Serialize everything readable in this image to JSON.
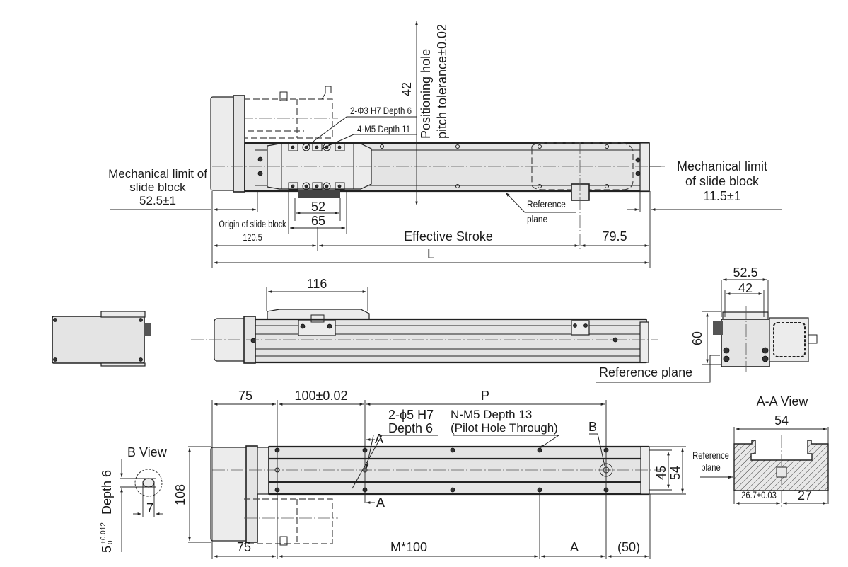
{
  "drawing": {
    "title": "Linear actuator dimensional drawing",
    "top_view": {
      "mech_limit_left": {
        "line1": "Mechanical limit of",
        "line2": "slide block",
        "value": "52.5±1"
      },
      "mech_limit_right": {
        "line1": "Mechanical limit",
        "line2": "of slide block",
        "value": "11.5±1"
      },
      "dim_42": "42",
      "positioning_hole": {
        "line1": "Positioning hole",
        "line2": "pitch tolerance±0.02"
      },
      "hole_callout_1": "2-Φ3 H7 Depth 6",
      "hole_callout_2": "4-M5 Depth 11",
      "dim_52": "52",
      "dim_65": "65",
      "origin": {
        "line1": "Origin of slide block",
        "line2": "120.5"
      },
      "effective_stroke": "Effective Stroke",
      "dim_79_5": "79.5",
      "dim_L": "L",
      "reference_plane": {
        "line1": "Reference",
        "line2": "plane"
      }
    },
    "side_view": {
      "dim_116": "116"
    },
    "end_view": {
      "dim_52_5": "52.5",
      "dim_42": "42",
      "dim_60": "60",
      "reference_plane": "Reference plane"
    },
    "bottom_view": {
      "dim_75_top": "75",
      "dim_100": "100±0.02",
      "dim_P": "P",
      "hole_callout_1": {
        "line1": "2-ϕ5 H7",
        "line2": "Depth 6"
      },
      "hole_callout_2": {
        "line1": "N-M5 Depth 13",
        "line2": "(Pilot Hole Through)"
      },
      "label_B": "B",
      "section_A_top": "A",
      "section_A_bottom": "A",
      "dim_108": "108",
      "dim_45": "45",
      "dim_54": "54",
      "dim_75_bottom": "75",
      "dim_M100": "M*100",
      "dim_A": "A",
      "dim_50": "(50)"
    },
    "b_view": {
      "title": "B View",
      "dim_7": "7",
      "depth_label": "Depth 6",
      "dim_5": "5",
      "tol_upper": "+0.012",
      "tol_lower": "0"
    },
    "aa_view": {
      "title": "A-A View",
      "dim_54": "54",
      "dim_26_7": "26.7±0.03",
      "dim_27": "27",
      "reference_plane": {
        "line1": "Reference",
        "line2": "plane"
      }
    }
  }
}
